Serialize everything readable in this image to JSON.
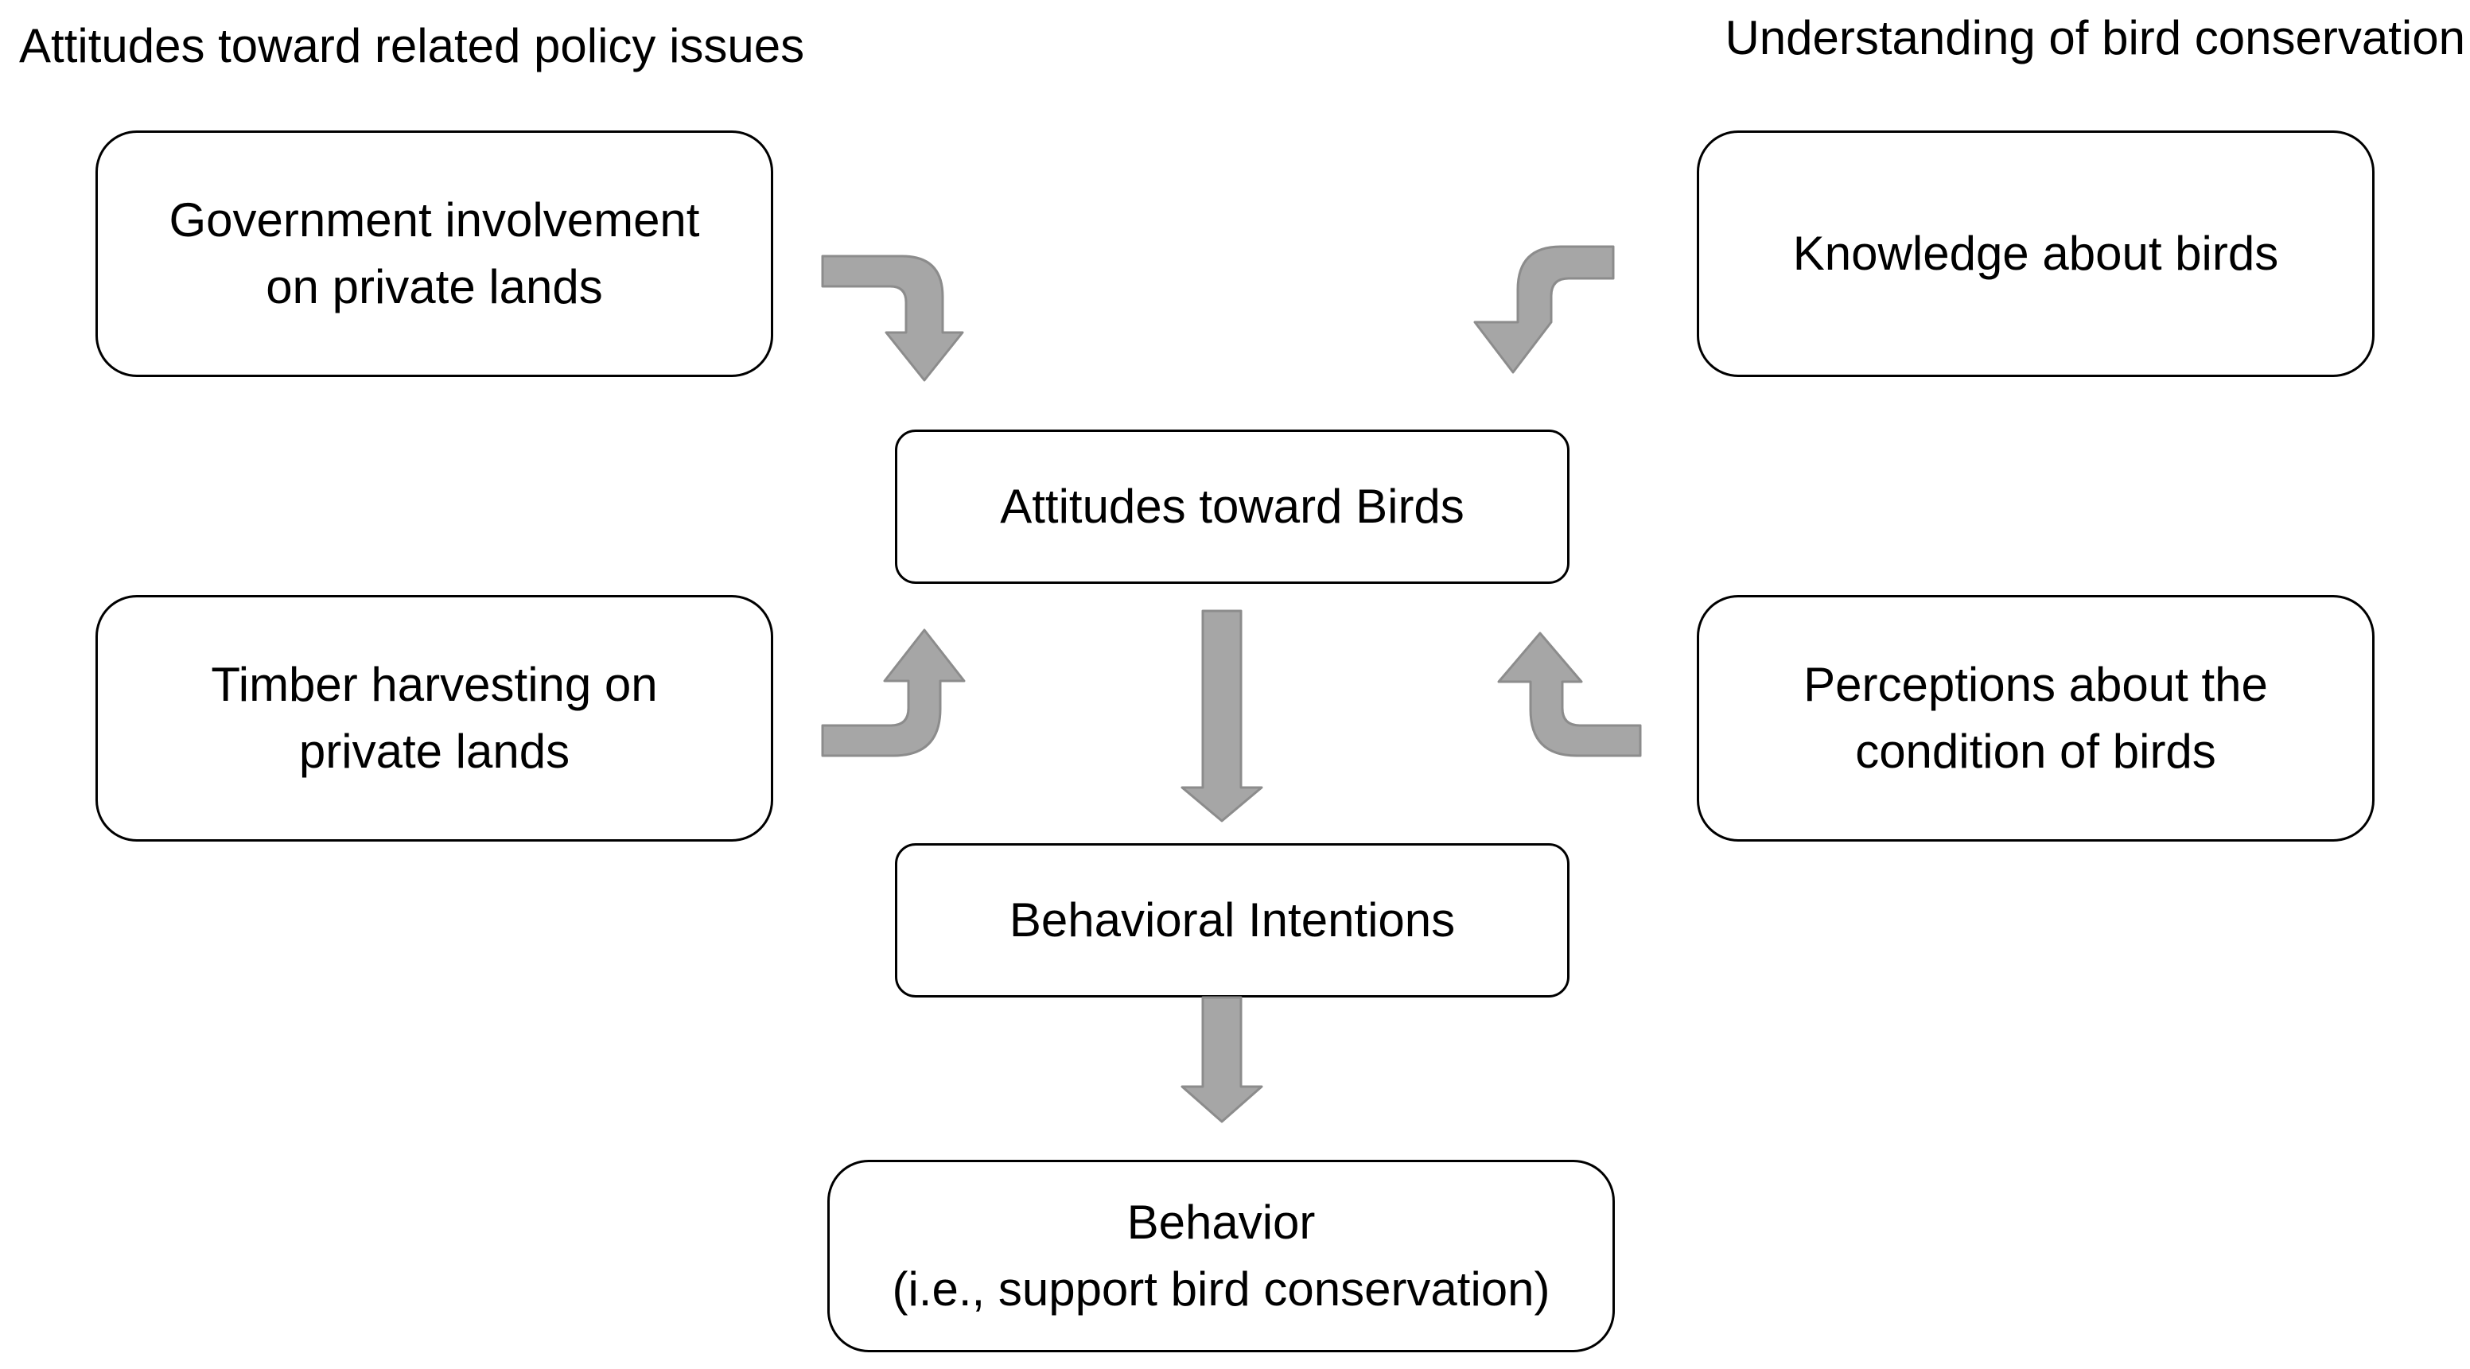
{
  "headings": {
    "left": "Attitudes toward related policy issues",
    "right": "Understanding of bird conservation"
  },
  "boxes": {
    "government": [
      "Government involvement",
      "on private lands"
    ],
    "knowledge": [
      "Knowledge about birds"
    ],
    "attitudes_birds": [
      "Attitudes toward Birds"
    ],
    "timber": [
      "Timber harvesting on",
      "private lands"
    ],
    "perceptions": [
      "Perceptions about the",
      "condition of birds"
    ],
    "intentions": [
      "Behavioral Intentions"
    ],
    "behavior": [
      "Behavior",
      "(i.e., support bird conservation)"
    ]
  },
  "colors": {
    "arrow": "#a6a6a6",
    "arrow_outline": "#8c8c8c",
    "box_border": "#000000"
  }
}
